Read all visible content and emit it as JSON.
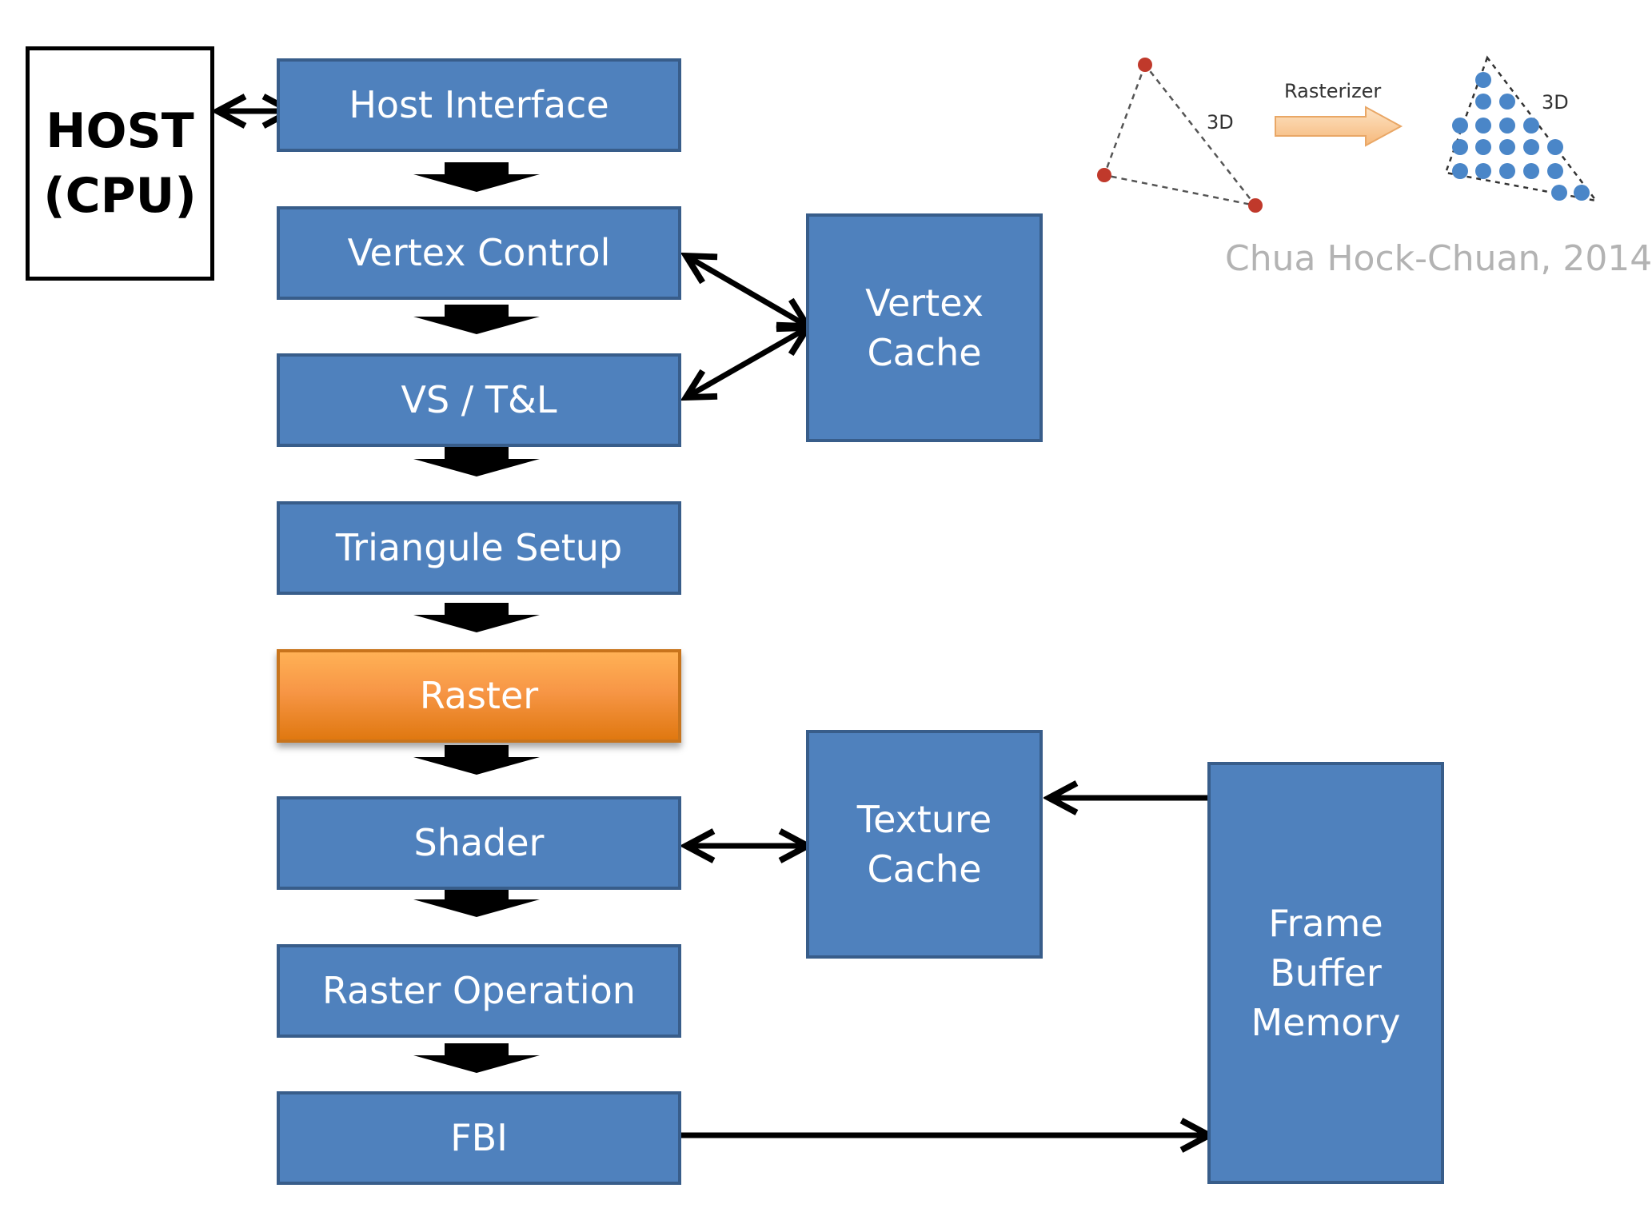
{
  "host": {
    "label": "HOST\n(CPU)"
  },
  "pipeline": [
    {
      "id": "host-interface",
      "label": "Host Interface"
    },
    {
      "id": "vertex-control",
      "label": "Vertex Control"
    },
    {
      "id": "vs-tl",
      "label": "VS / T&L"
    },
    {
      "id": "triangle-setup",
      "label": "Triangule Setup"
    },
    {
      "id": "raster",
      "label": "Raster"
    },
    {
      "id": "shader",
      "label": "Shader"
    },
    {
      "id": "raster-operation",
      "label": "Raster Operation"
    },
    {
      "id": "fbi",
      "label": "FBI"
    }
  ],
  "vertex_cache": {
    "label": "Vertex\nCache"
  },
  "texture_cache": {
    "label": "Texture\nCache"
  },
  "frame_buffer": {
    "label": "Frame\nBuffer\nMemory"
  },
  "inset": {
    "arrow_label": "Rasterizer",
    "left_tag": "3D",
    "right_tag": "3D"
  },
  "credit": "Chua Hock-Chuan, 2014",
  "colors": {
    "box_fill": "#4f81bd",
    "box_border": "#385d8a",
    "highlight": "#f79646",
    "vertex_dot": "#c0392b",
    "pixel_dot": "#4a86c8"
  }
}
